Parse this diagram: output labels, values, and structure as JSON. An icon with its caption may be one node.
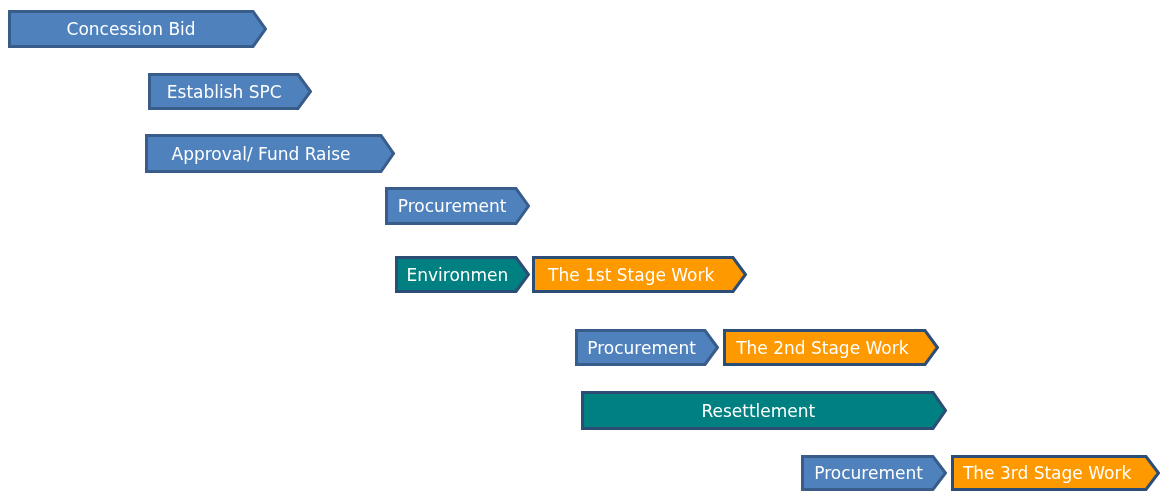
{
  "diagram": {
    "nodes": [
      {
        "text": [
          "Concession Bid"
        ]
      },
      {
        "text": [
          "Establish SPC"
        ]
      },
      {
        "text": [
          "Approval/ Fund Raise"
        ]
      },
      {
        "text": [
          "Procurement"
        ]
      },
      {
        "text": [
          "Environmen"
        ]
      },
      {
        "text": [
          "The 1st Stage Work"
        ]
      },
      {
        "text": [
          "Procurement"
        ]
      },
      {
        "text": [
          "The 2nd Stage Work"
        ]
      },
      {
        "text": [
          "Resettlement"
        ]
      },
      {
        "text": [
          "Procurement"
        ]
      },
      {
        "text": [
          "The 3rd Stage Work"
        ]
      }
    ]
  }
}
